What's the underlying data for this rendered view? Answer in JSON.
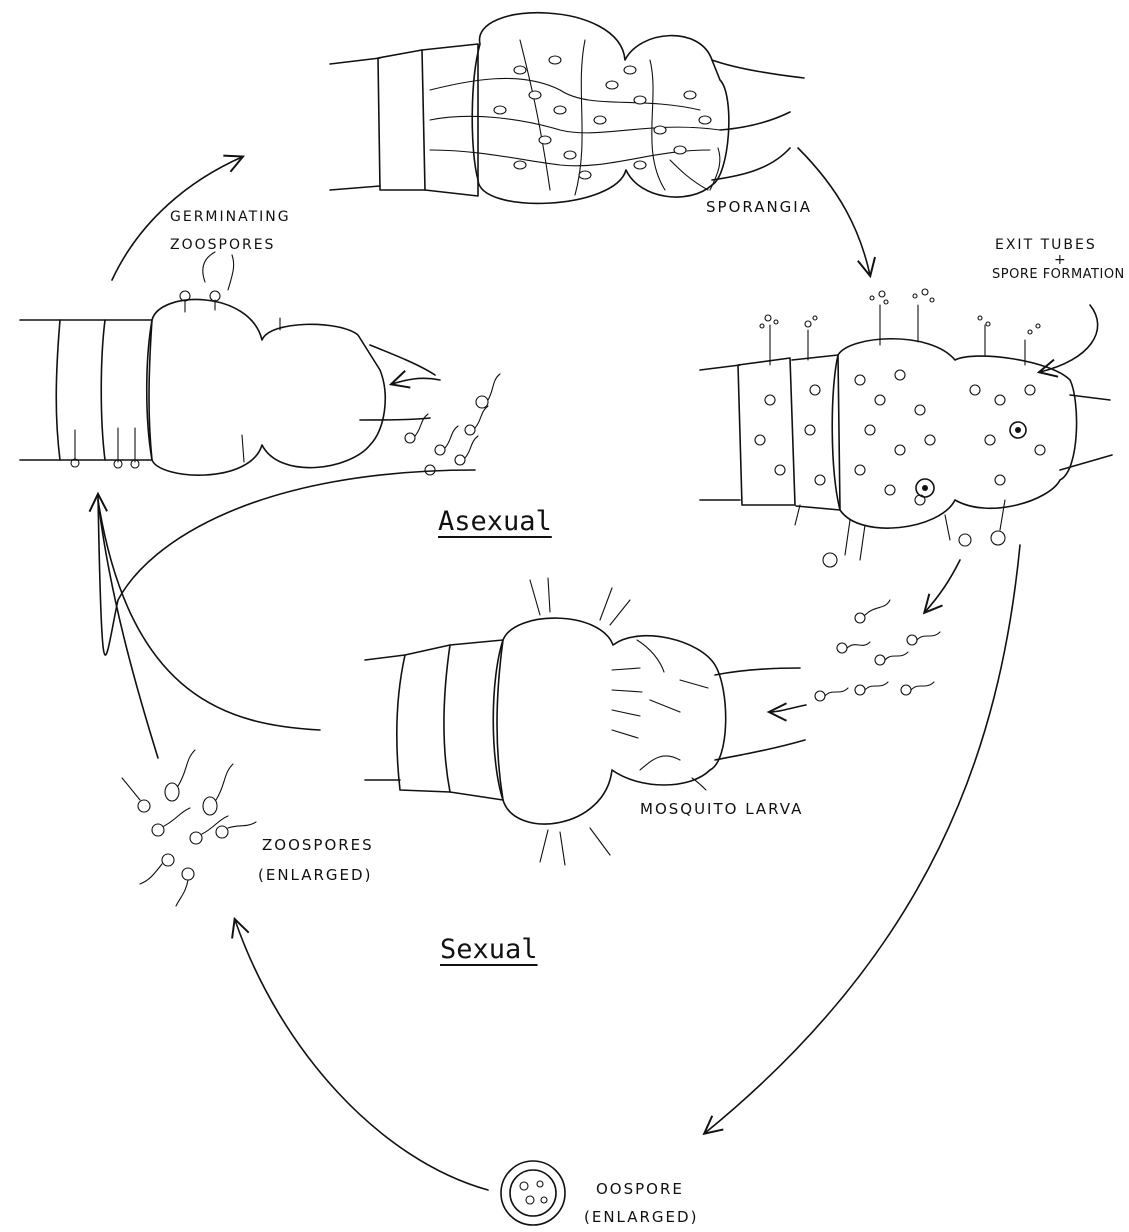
{
  "diagram": {
    "labels": {
      "sporangia": "SPORANGIA",
      "exit_tubes_line1": "EXIT TUBES",
      "exit_tubes_line2": "+",
      "exit_tubes_line3": "SPORE FORMATION",
      "germinating_line1": "GERMINATING",
      "germinating_line2": "ZOOSPORES",
      "mosquito_larva": "MOSQUITO LARVA",
      "zoospores_line1": "ZOOSPORES",
      "zoospores_line2": "(ENLARGED)",
      "oospore_line1": "OOSPORE",
      "oospore_line2": "(ENLARGED)"
    },
    "cycles": {
      "asexual": "Asexual",
      "sexual": "Sexual"
    },
    "icons": {
      "larva": "mosquito-larva-drawing",
      "zoospore": "zoospore-drawing",
      "oospore": "oospore-drawing",
      "arrow": "cycle-arrow"
    }
  }
}
